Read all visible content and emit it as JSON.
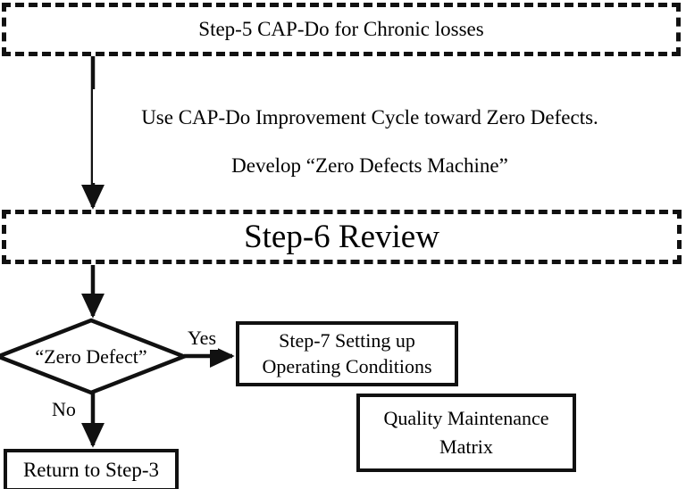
{
  "diagram": {
    "title": "Step-5 to Step-7 Zero Defects flow",
    "colors": {
      "stroke": "#111111",
      "background": "#ffffff",
      "text": "#000000"
    },
    "nodes": {
      "step5": {
        "label": "Step-5 CAP-Do for Chronic losses",
        "shape": "rectangle",
        "border": "dotted"
      },
      "note": {
        "line1": "Use CAP-Do Improvement Cycle toward Zero Defects.",
        "line2": "Develop “Zero Defects Machine”",
        "shape": "none",
        "border": "none"
      },
      "step6": {
        "label": "Step-6 Review",
        "shape": "rectangle",
        "border": "dotted"
      },
      "decision": {
        "label": "“Zero Defect”",
        "shape": "diamond",
        "border": "solid"
      },
      "step7": {
        "line1": "Step-7 Setting up",
        "line2": "Operating Conditions",
        "shape": "rectangle",
        "border": "solid"
      },
      "qmm": {
        "line1": "Quality Maintenance",
        "line2": "Matrix",
        "shape": "rectangle",
        "border": "solid"
      },
      "return": {
        "label": "Return to Step-3",
        "shape": "rectangle",
        "border": "solid"
      }
    },
    "edges": {
      "yes_label": "Yes",
      "no_label": "No"
    }
  }
}
